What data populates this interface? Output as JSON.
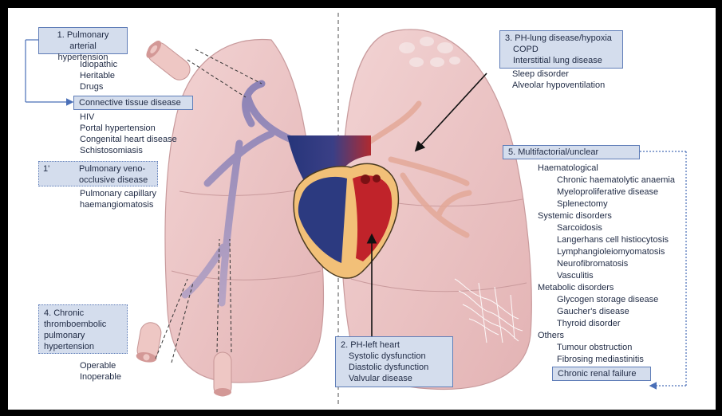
{
  "group1": {
    "title": "1. Pulmonary arterial hypertension",
    "items": [
      "Idiopathic",
      "Heritable",
      "Drugs"
    ],
    "ctd": "Connective tissue disease",
    "more": [
      "HIV",
      "Portal hypertension",
      "Congenital heart disease",
      "Schistosomiasis"
    ]
  },
  "group1p": {
    "tag": "1'",
    "title": "Pulmonary veno-occlusive disease",
    "sub": "Pulmonary capillary haemangiomatosis"
  },
  "group3": {
    "title": "3. PH-lung disease/hypoxia",
    "boxed": [
      "COPD",
      "Interstitial lung disease"
    ],
    "items": [
      "Sleep disorder",
      "Alveolar hypoventilation"
    ]
  },
  "group5": {
    "title": "5. Multifactorial/unclear",
    "sections": [
      {
        "heading": "Haematological",
        "items": [
          "Chronic haematolytic anaemia",
          "Myeloproliferative disease",
          "Splenectomy"
        ]
      },
      {
        "heading": "Systemic disorders",
        "items": [
          "Sarcoidosis",
          "Langerhans cell histiocytosis",
          "Lymphangioleiomyomatosis",
          "Neurofibromatosis",
          "Vasculitis"
        ]
      },
      {
        "heading": "Metabolic disorders",
        "items": [
          "Glycogen storage disease",
          "Gaucher's disease",
          "Thyroid disorder"
        ]
      },
      {
        "heading": "Others",
        "items": [
          "Tumour obstruction",
          "Fibrosing mediastinitis"
        ]
      }
    ],
    "boxed_last": "Chronic renal failure"
  },
  "group2": {
    "title": "2. PH-left heart",
    "items": [
      "Systolic dysfunction",
      "Diastolic dysfunction",
      "Valvular disease"
    ]
  },
  "group4": {
    "title": "4. Chronic thromboembolic pulmonary hypertension",
    "items": [
      "Operable",
      "Inoperable"
    ]
  },
  "colors": {
    "lung": "#ecc4c4",
    "lung_edge": "#c99b9b",
    "box_fill": "#d4dded",
    "box_border": "#5f7db8",
    "heart_blue": "#2c3a80",
    "heart_red": "#c0232a",
    "heart_wall": "#f2c078"
  }
}
